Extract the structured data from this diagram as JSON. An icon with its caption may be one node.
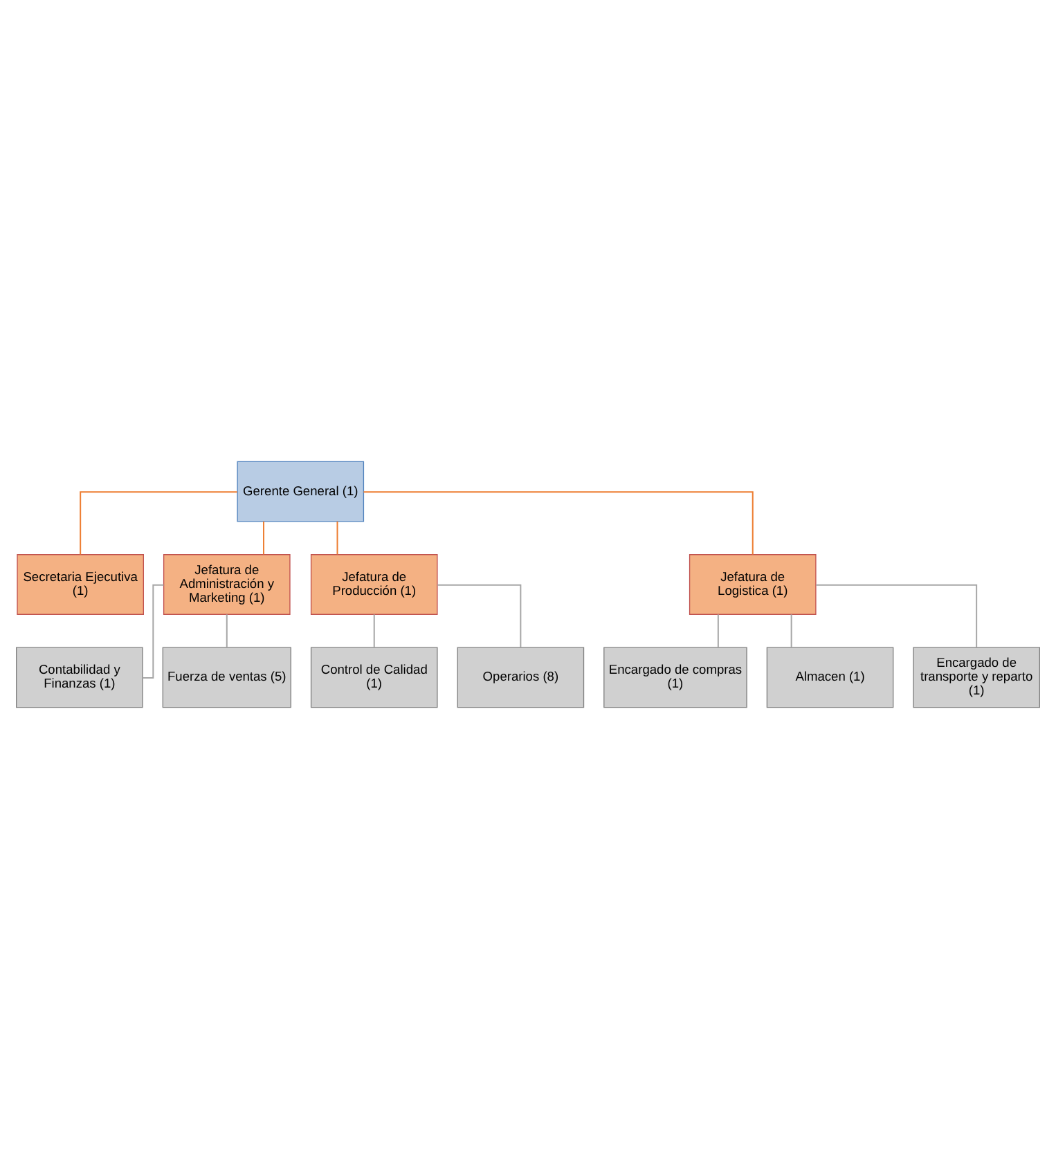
{
  "diagram": {
    "nodes": [
      {
        "text": [
          "Gerente General (1)"
        ]
      },
      {
        "text": [
          "Secretaria Ejecutiva (1)"
        ]
      },
      {
        "text": [
          "Jefatura de Administración y Marketing (1)"
        ]
      },
      {
        "text": [
          "Jefatura de Producción (1)"
        ]
      },
      {
        "text": [
          "Jefatura de Logistica (1)"
        ]
      },
      {
        "text": [
          "Contabilidad y Finanzas (1)"
        ]
      },
      {
        "text": [
          "Fuerza de ventas (5)"
        ]
      },
      {
        "text": [
          "Control de Calidad (1)"
        ]
      },
      {
        "text": [
          "Operarios (8)"
        ]
      },
      {
        "text": [
          "Encargado de compras (1)"
        ]
      },
      {
        "text": [
          "Almacen (1)"
        ]
      },
      {
        "text": [
          "Encargado de transporte y reparto (1)"
        ]
      }
    ],
    "edges": [
      {
        "from": 0,
        "to": 1,
        "arrow": "none",
        "color": "#ed7d31"
      },
      {
        "from": 0,
        "to": 2,
        "arrow": "none",
        "color": "#ed7d31"
      },
      {
        "from": 0,
        "to": 3,
        "arrow": "none",
        "color": "#ed7d31"
      },
      {
        "from": 0,
        "to": 4,
        "arrow": "none",
        "color": "#ed7d31"
      },
      {
        "from": 2,
        "to": 5,
        "arrow": "none"
      },
      {
        "from": 2,
        "to": 6,
        "arrow": "none"
      },
      {
        "from": 3,
        "to": 7,
        "arrow": "none"
      },
      {
        "from": 3,
        "to": 8,
        "arrow": "none"
      },
      {
        "from": 4,
        "to": 9,
        "arrow": "none"
      },
      {
        "from": 4,
        "to": 10,
        "arrow": "none"
      },
      {
        "from": 4,
        "to": 11,
        "arrow": "none"
      }
    ]
  }
}
